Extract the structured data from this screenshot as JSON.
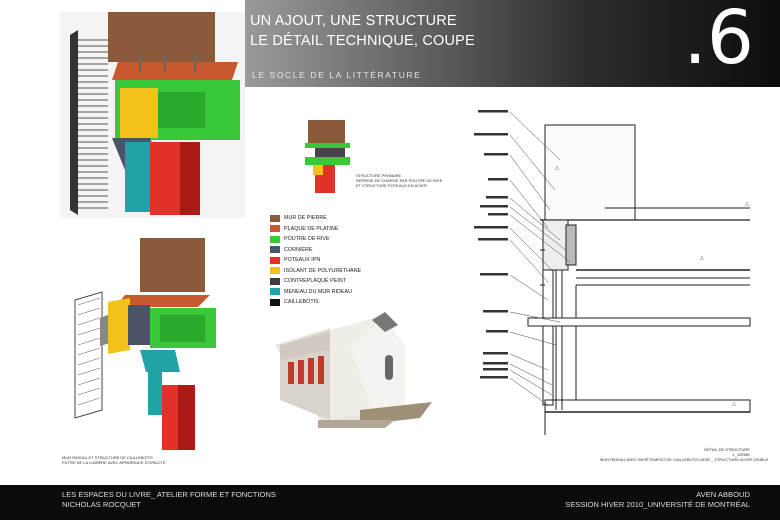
{
  "header": {
    "title_line1": "UN AJOUT, UNE STRUCTURE",
    "title_line2": "LE DÉTAIL TECHNIQUE, COUPE",
    "subtitle": "LE SOCLE DE LA LITTÉRATURE",
    "page_number": ".6"
  },
  "legend": [
    {
      "label": "MUR DE PIERRE",
      "color": "#8a5a3b"
    },
    {
      "label": "PLAQUE DE PLATINE",
      "color": "#c8582e"
    },
    {
      "label": "POUTRE DE RIVE",
      "color": "#39c83a"
    },
    {
      "label": "CORNIÈRE",
      "color": "#4a5464"
    },
    {
      "label": "POTEAUX IPN",
      "color": "#e23127"
    },
    {
      "label": "ISOLANT DE POLYURÉTHANE",
      "color": "#f2c21b"
    },
    {
      "label": "CONTREPLAQUÉ PEINT",
      "color": "#3e3e3e"
    },
    {
      "label": "MENEAU DU MUR RIDEAU",
      "color": "#1fa3a6"
    },
    {
      "label": "CAILLEBOTIS",
      "color": "#111111"
    }
  ],
  "captions": {
    "small_detail_1": "STRUCTURE PRIMAIRE",
    "small_detail_2": "REPRISE DE CHARGE PAR POUTRE DE RIVE",
    "small_detail_3": "ET STRUCTURE POTEAUX EN ACIER",
    "exploded_1": "MUR RIDEAU ET STRUCTURE DE CAILLEBOTIS",
    "exploded_2": "FILTRE DE LA LUMIÈRE AVEC APPARENCE D'OPACITÉ",
    "section_1": "DÉTAIL DE STRUCTURE",
    "section_2": "1_10ÈME",
    "section_3": "MUR RIDEAU AVEC REVÊTEMENT DE CAILLEBOTIS NOIR _ STRUCTURE ACIER VISIBLE"
  },
  "footer": {
    "left_line1": "LES ESPACES DU LIVRE_ ATELIER FORME ET FONCTIONS",
    "left_line2": "NICHOLAS ROCQUET",
    "right_line1": "AVEN ABBOUD",
    "right_line2": "SESSION HIVER 2010_UNIVERSITÉ DE MONTRÉAL"
  }
}
